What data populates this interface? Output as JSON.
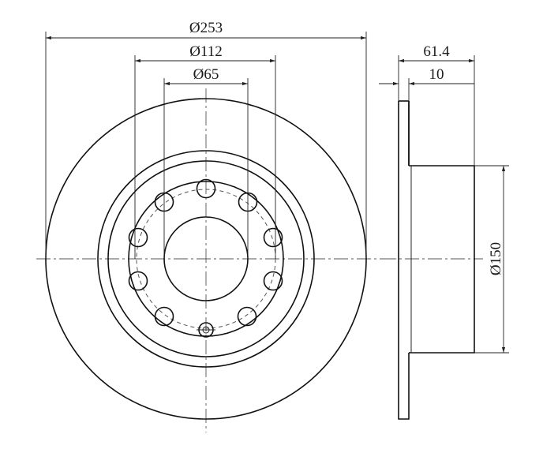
{
  "diagram": {
    "dimensions": {
      "outer_diameter": "Ø253",
      "bolt_circle_diameter": "Ø112",
      "center_bore_diameter": "Ø65",
      "overall_height": "61.4",
      "thickness": "10",
      "hat_diameter": "Ø150"
    },
    "colors": {
      "line": "#111111",
      "centerline": "#555555",
      "background": "#ffffff"
    }
  }
}
